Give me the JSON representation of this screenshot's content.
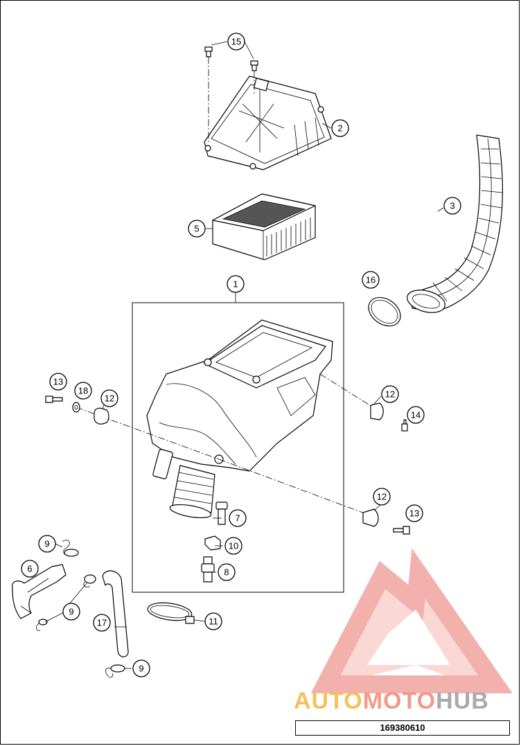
{
  "diagram": {
    "callouts": [
      "15",
      "2",
      "3",
      "5",
      "16",
      "1",
      "13",
      "18",
      "12",
      "12",
      "14",
      "12",
      "13",
      "7",
      "10",
      "8",
      "9",
      "6",
      "9",
      "17",
      "11",
      "9"
    ],
    "reference_number": "169380610"
  },
  "watermark": {
    "brand_part1": "AUTO",
    "brand_part2": "MOTO",
    "brand_part3": "HUB",
    "colors": {
      "auto": "#f6c05a",
      "moto": "#f29a88",
      "hub": "#aaaaaa",
      "logo": "#f4a7a0"
    }
  }
}
